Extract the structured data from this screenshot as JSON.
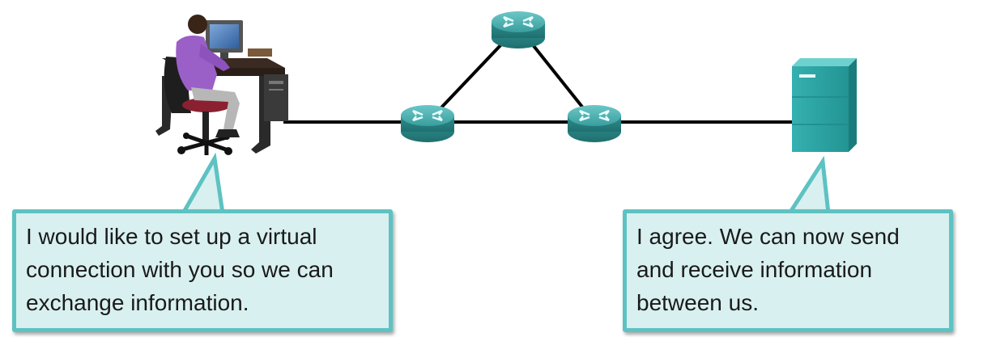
{
  "diagram": {
    "nodes": [
      {
        "id": "workstation",
        "kind": "pc-user-icon"
      },
      {
        "id": "router-top",
        "kind": "router-icon"
      },
      {
        "id": "router-left",
        "kind": "router-icon"
      },
      {
        "id": "router-right",
        "kind": "router-icon"
      },
      {
        "id": "server",
        "kind": "server-icon"
      }
    ],
    "links": [
      [
        "workstation",
        "router-left"
      ],
      [
        "router-left",
        "router-top"
      ],
      [
        "router-top",
        "router-right"
      ],
      [
        "router-left",
        "router-right"
      ],
      [
        "router-right",
        "server"
      ]
    ],
    "colors": {
      "router": "#3a9e9e",
      "server": "#2fa3a3",
      "bubble_fill": "#d9f0f0",
      "bubble_border": "#5ec2c2",
      "link": "#000000"
    }
  },
  "callouts": {
    "client": {
      "lines": [
        "I would like to set up a virtual",
        "connection with you so we can",
        "exchange information."
      ]
    },
    "server": {
      "lines": [
        "I agree. We can now send",
        "and receive information",
        "between us."
      ]
    }
  }
}
